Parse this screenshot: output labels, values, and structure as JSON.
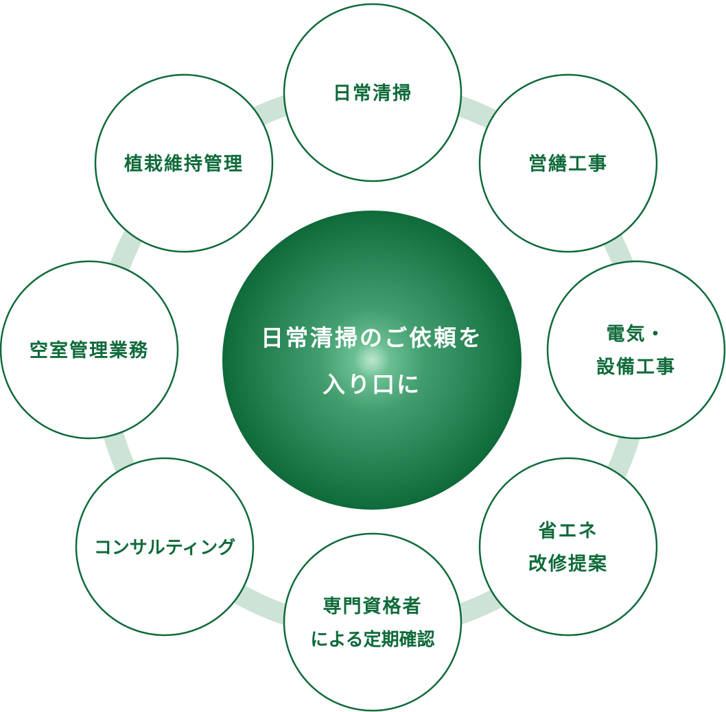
{
  "center": {
    "lines": [
      "日常清掃のご依頼を",
      "入り口に"
    ]
  },
  "nodes": [
    {
      "id": "daily-cleaning",
      "lines": [
        "日常清掃"
      ]
    },
    {
      "id": "repair-construction",
      "lines": [
        "営繕工事"
      ]
    },
    {
      "id": "electrical-equipment",
      "lines": [
        "電気・",
        "設備工事"
      ]
    },
    {
      "id": "energy-saving",
      "lines": [
        "省エネ",
        "改修提案"
      ]
    },
    {
      "id": "periodic-inspection",
      "lines": [
        "専門資格者",
        "による定期確認"
      ]
    },
    {
      "id": "consulting",
      "lines": [
        "コンサルティング"
      ]
    },
    {
      "id": "vacancy-management",
      "lines": [
        "空室管理業務"
      ]
    },
    {
      "id": "landscaping",
      "lines": [
        "植栽維持管理"
      ]
    }
  ],
  "colors": {
    "brand_green": "#0f6a3a",
    "ring_track": "#cde3d5",
    "center_light": "#4fb27c",
    "center_dark": "#0f6a3a"
  }
}
